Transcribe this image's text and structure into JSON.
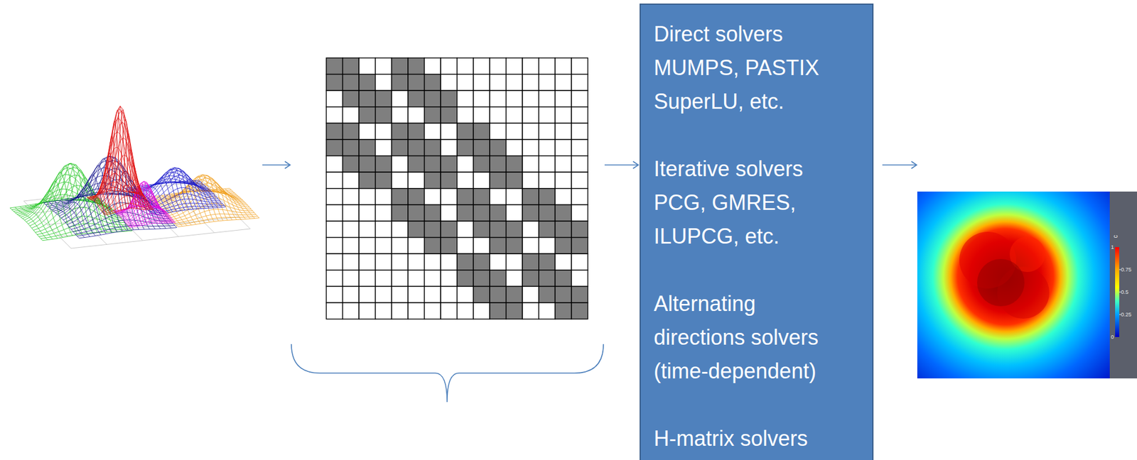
{
  "diagram": {
    "nodes": [
      {
        "text": [
          "Direct solvers MUMPS, PASTIX SuperLU, etc.",
          "Iterative solvers PCG, GMRES, ILUPCG, etc.",
          "Alternating directions solvers (time-dependent)",
          "H-matrix solvers"
        ]
      }
    ],
    "labels": [
      "c",
      "1",
      "0.75",
      "0.5",
      "0.25",
      "0"
    ]
  }
}
